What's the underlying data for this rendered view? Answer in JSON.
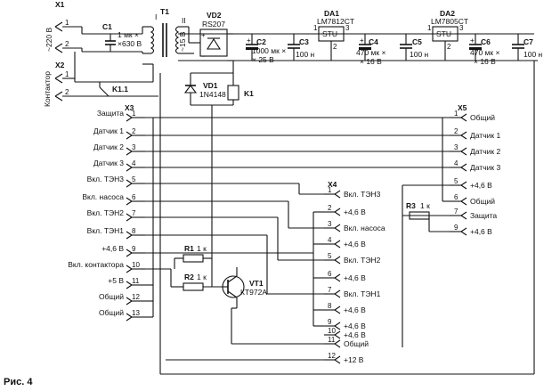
{
  "caption": "Рис. 4",
  "power_section": {
    "X1": {
      "ref": "X1",
      "label": "~220 В",
      "pins": [
        "1",
        "2"
      ]
    },
    "X2": {
      "ref": "X2",
      "label": "Контактор",
      "pins": [
        "1",
        "2"
      ]
    },
    "C1": {
      "ref": "C1",
      "v1": "1 мк ×",
      "v2": "×630 В"
    },
    "T1": {
      "ref": "T1",
      "pri": "I",
      "sec": "II",
      "vout": "~15 В"
    },
    "VD2": {
      "ref": "VD2",
      "part": "RS207"
    },
    "C2": {
      "ref": "C2",
      "v1": "1000 мк ×",
      "v2": "× 25 В"
    },
    "C3": {
      "ref": "C3",
      "v1": "100 н"
    },
    "DA1": {
      "ref": "DA1",
      "part": "LM7812CT",
      "body": "STU",
      "pins": [
        "1",
        "2",
        "3"
      ]
    },
    "C4": {
      "ref": "C4",
      "v1": "470 мк ×",
      "v2": "× 16 В"
    },
    "C5": {
      "ref": "C5",
      "v1": "100 н"
    },
    "DA2": {
      "ref": "DA2",
      "part": "LM7805CT",
      "body": "STU",
      "pins": [
        "1",
        "2",
        "3"
      ]
    },
    "C6": {
      "ref": "C6",
      "v1": "470 мк ×",
      "v2": "× 16 В"
    },
    "C7": {
      "ref": "C7",
      "v1": "100 н"
    },
    "K1_1": {
      "ref": "K1.1"
    },
    "VD1": {
      "ref": "VD1",
      "part": "1N4148"
    },
    "K1": {
      "ref": "K1"
    }
  },
  "X3": {
    "ref": "X3",
    "pins": [
      {
        "num": "1",
        "label": "Защита"
      },
      {
        "num": "2",
        "label": "Датчик 1"
      },
      {
        "num": "3",
        "label": "Датчик 2"
      },
      {
        "num": "4",
        "label": "Датчик 3"
      },
      {
        "num": "5",
        "label": "Вкл. ТЭН3"
      },
      {
        "num": "6",
        "label": "Вкл. насоса"
      },
      {
        "num": "7",
        "label": "Вкл. ТЭН2"
      },
      {
        "num": "8",
        "label": "Вкл. ТЭН1"
      },
      {
        "num": "9",
        "label": "+4,6 В"
      },
      {
        "num": "10",
        "label": "Вкл. контактора"
      },
      {
        "num": "11",
        "label": "+5 В"
      },
      {
        "num": "12",
        "label": "Общий"
      },
      {
        "num": "13",
        "label": "Общий"
      }
    ]
  },
  "X4": {
    "ref": "X4",
    "pins": [
      {
        "num": "1",
        "label": "Вкл. ТЭН3"
      },
      {
        "num": "2",
        "label": "+4,6 В"
      },
      {
        "num": "3",
        "label": "Вкл. насоса"
      },
      {
        "num": "4",
        "label": "+4,6 В"
      },
      {
        "num": "5",
        "label": "Вкл. ТЭН2"
      },
      {
        "num": "6",
        "label": "+4,6 В"
      },
      {
        "num": "7",
        "label": "Вкл. ТЭН1"
      },
      {
        "num": "8",
        "label": "+4,6 В"
      },
      {
        "num": "9",
        "label": "+4,6 В"
      },
      {
        "num": "10",
        "label": "+4,6 В"
      },
      {
        "num": "11",
        "label": "Общий"
      },
      {
        "num": "12",
        "label": "+12 В"
      }
    ]
  },
  "X5": {
    "ref": "X5",
    "pins": [
      {
        "num": "1",
        "label": "Общий"
      },
      {
        "num": "2",
        "label": "Датчик 1"
      },
      {
        "num": "3",
        "label": "Датчик 2"
      },
      {
        "num": "4",
        "label": "Датчик 3"
      },
      {
        "num": "5",
        "label": "+4,6 В"
      },
      {
        "num": "6",
        "label": "Общий"
      },
      {
        "num": "7",
        "label": "Защита"
      },
      {
        "num": "9",
        "label": "+4,6 В"
      }
    ]
  },
  "R1": {
    "ref": "R1",
    "value": "1 к"
  },
  "R2": {
    "ref": "R2",
    "value": "1 к"
  },
  "R3": {
    "ref": "R3",
    "value": "1 к"
  },
  "VT1": {
    "ref": "VT1",
    "part": "КТ972А"
  }
}
